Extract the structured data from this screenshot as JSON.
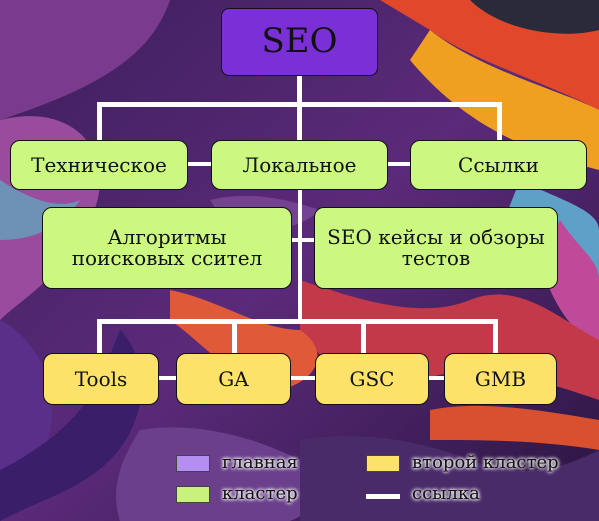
{
  "colors": {
    "main": "#7b2fd6",
    "cluster": "#ccf781",
    "second_cluster": "#fde26a",
    "link": "#ffffff"
  },
  "nodes": {
    "root": "SEO",
    "technical": "Техническое",
    "local": "Локальное",
    "links": "Ссылки",
    "algorithms_line1": "Алгоритмы",
    "algorithms_line2": "поисковых ссител",
    "cases_line1": "SEO кейсы и обзоры",
    "cases_line2": "тестов",
    "tools": "Tools",
    "ga": "GA",
    "gsc": "GSC",
    "gmb": "GMB"
  },
  "legend": {
    "main": "главная",
    "cluster": "кластер",
    "second_cluster": "второй кластер",
    "link": "ссылка"
  }
}
